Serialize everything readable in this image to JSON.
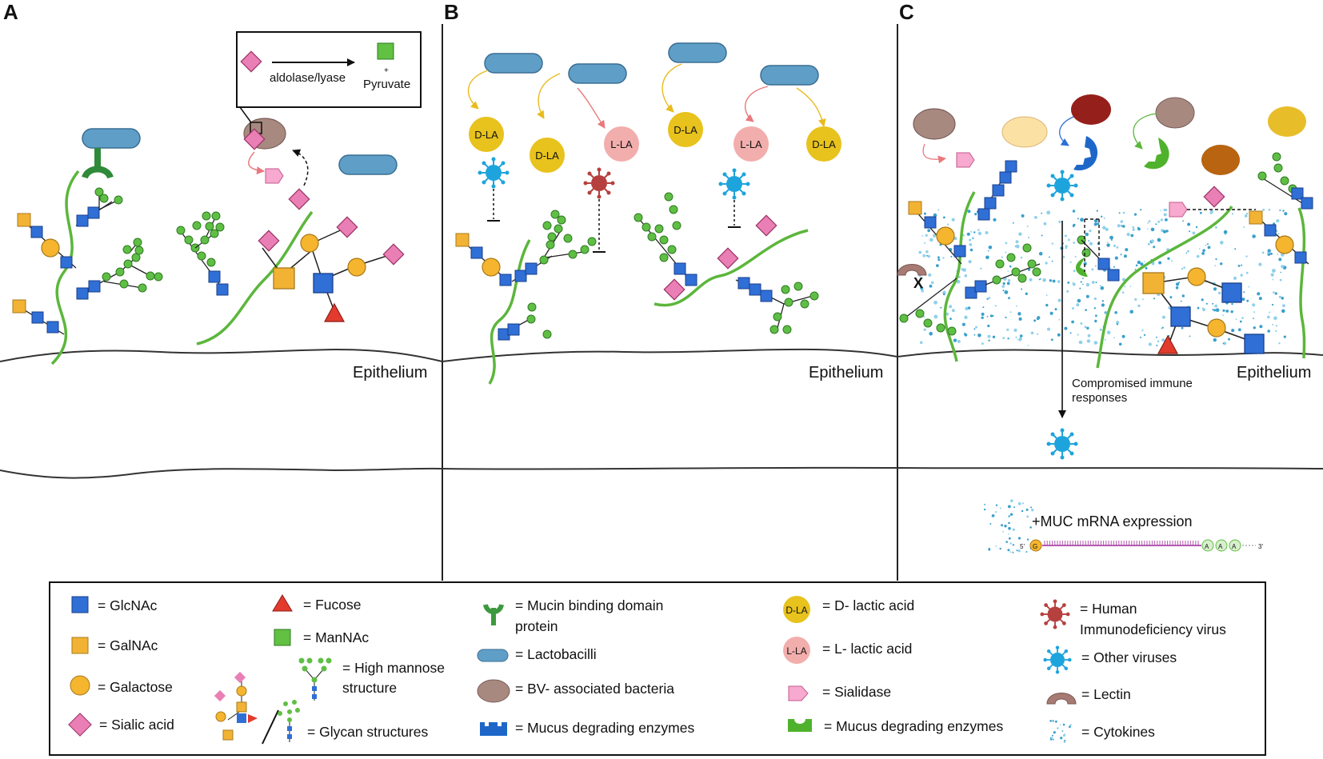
{
  "panels": {
    "a": {
      "letter": "A",
      "epithelium": "Epithelium",
      "inset_enzyme": "aldolase/lyase",
      "inset_plus": "+",
      "inset_product": "Pyruvate"
    },
    "b": {
      "letter": "B",
      "epithelium": "Epithelium",
      "lactic_labels": [
        "D-LA",
        "D-LA",
        "L-LA",
        "D-LA",
        "L-LA",
        "D-LA"
      ]
    },
    "c": {
      "letter": "C",
      "epithelium": "Epithelium",
      "immune_line1": "Compromised immune",
      "immune_line2": "responses",
      "cross": "X",
      "muc_label": "+MUC mRNA expression",
      "mrna_5": "5'",
      "mrna_3": "3'",
      "mrna_cap": "G",
      "mrna_a": "A"
    }
  },
  "legend": {
    "glcnac": "= GlcNAc",
    "galnac": "= GalNAc",
    "galactose": "= Galactose",
    "sialic": "= Sialic acid",
    "fucose": "= Fucose",
    "mannac": "= ManNAc",
    "high_mannose_1": "= High mannose",
    "high_mannose_2": "structure",
    "glycan": "= Glycan structures",
    "mucin_binding_1": "= Mucin binding domain",
    "mucin_binding_2": "protein",
    "lactobacilli": "= Lactobacilli",
    "bv": "= BV- associated bacteria",
    "mucus_enzymes_blue": "= Mucus degrading enzymes",
    "dla_icon": "D-LA",
    "dla": "= D- lactic acid",
    "lla_icon": "L-LA",
    "lla": "= L- lactic acid",
    "sialidase": "= Sialidase",
    "mucus_enzymes_green": "= Mucus degrading enzymes",
    "hiv_1": "= Human",
    "hiv_2": "Immunodeficiency virus",
    "other_viruses": "= Other viruses",
    "lectin": "= Lectin",
    "cytokines": "= Cytokines"
  },
  "colors": {
    "glcnac": "#2f6fd6",
    "galnac": "#f2b335",
    "galactose": "#f5b52e",
    "sialic": "#e97fb4",
    "fucose": "#e23b2e",
    "mannac": "#62c043",
    "mannose": "#5fbf45",
    "lactobacilli": "#5f9fc7",
    "bv_bacteria": "#a88980",
    "mucin_strand": "#5cb63c",
    "dla": "#e8c21d",
    "lla": "#f2aeac",
    "hiv": "#b5403e",
    "other_virus": "#1ea4dc",
    "cytokine": "#3aa0cc",
    "sialidase": "#f7a9cf",
    "enzyme_blue": "#1e67c9",
    "enzyme_green": "#4fb22c",
    "lectin": "#a77a74"
  }
}
